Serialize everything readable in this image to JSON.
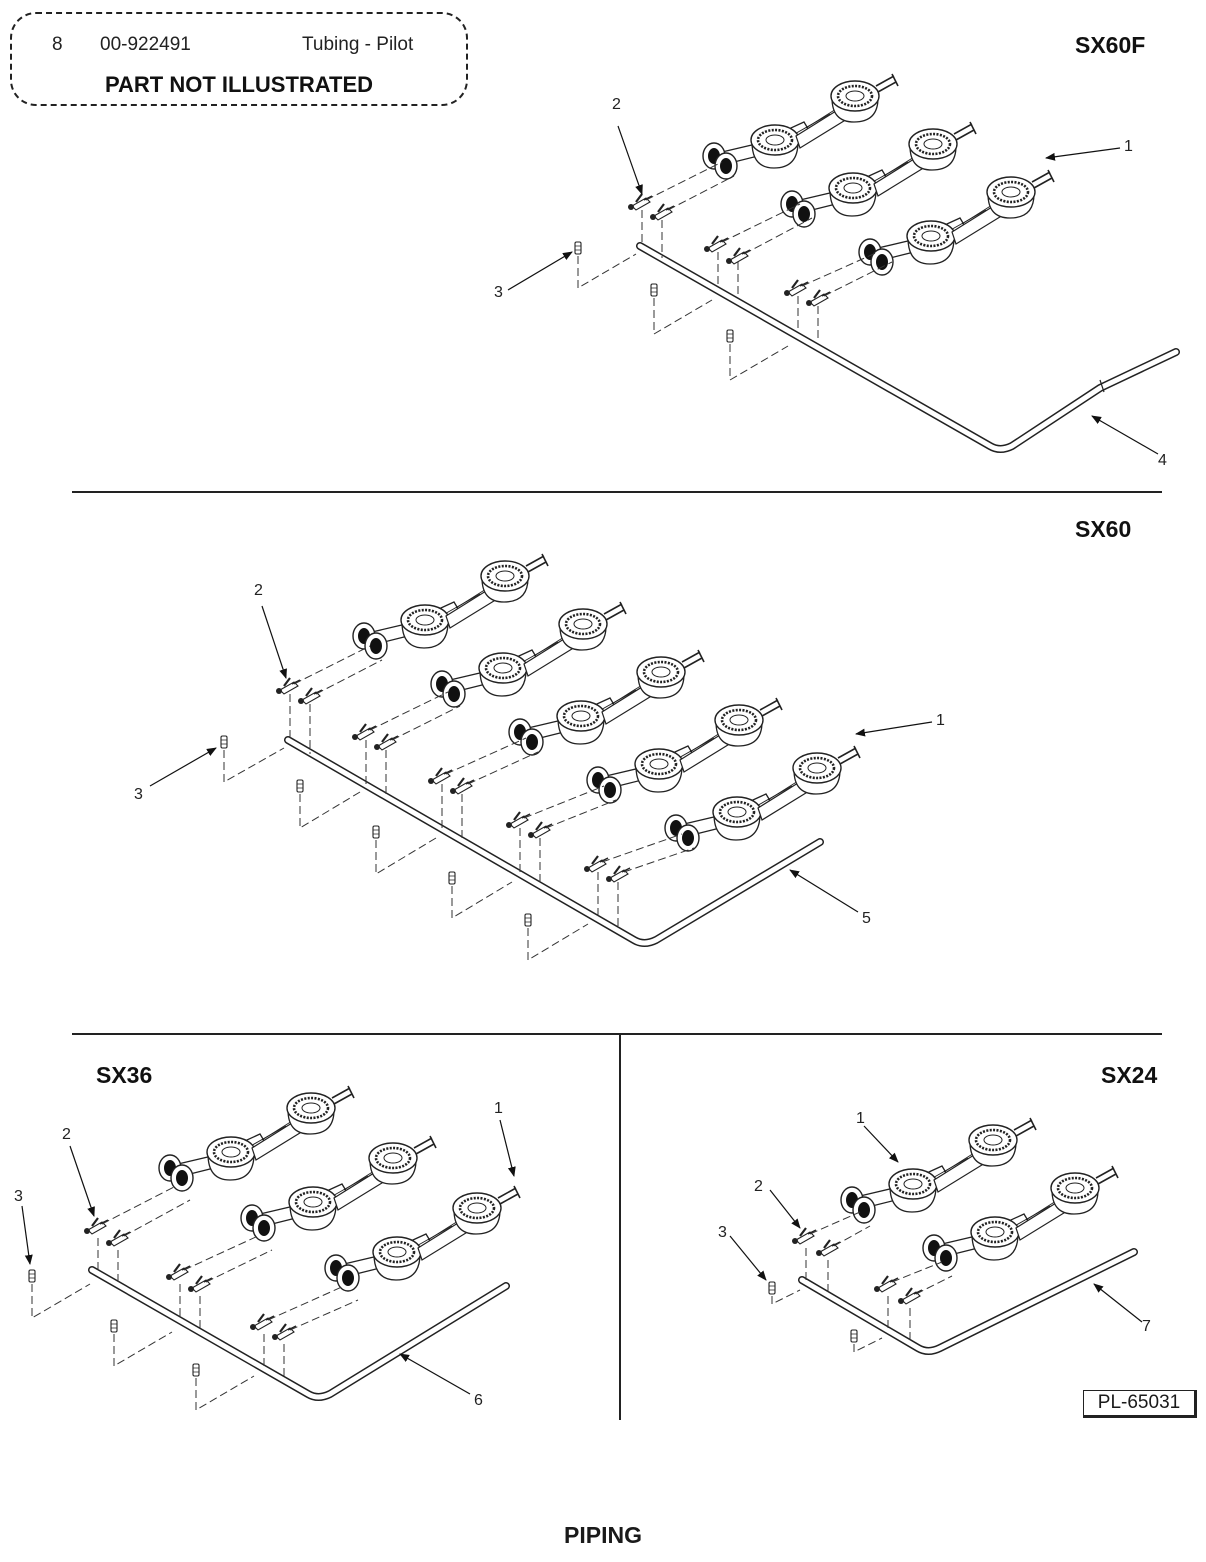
{
  "note": {
    "item_number": "8",
    "part_number": "00-922491",
    "description": "Tubing - Pilot",
    "caption": "PART NOT ILLUSTRATED"
  },
  "panels": {
    "sx60f": {
      "model": "SX60F",
      "callouts": {
        "burner": "1",
        "valve": "2",
        "plug": "3",
        "manifold": "4"
      }
    },
    "sx60": {
      "model": "SX60",
      "callouts": {
        "burner": "1",
        "valve": "2",
        "plug": "3",
        "manifold": "5"
      }
    },
    "sx36": {
      "model": "SX36",
      "callouts": {
        "burner": "1",
        "valve": "2",
        "plug": "3",
        "manifold": "6"
      }
    },
    "sx24": {
      "model": "SX24",
      "callouts": {
        "burner": "1",
        "valve": "2",
        "plug": "3",
        "manifold": "7"
      }
    }
  },
  "drawing_code": "PL-65031",
  "page_title": "PIPING"
}
